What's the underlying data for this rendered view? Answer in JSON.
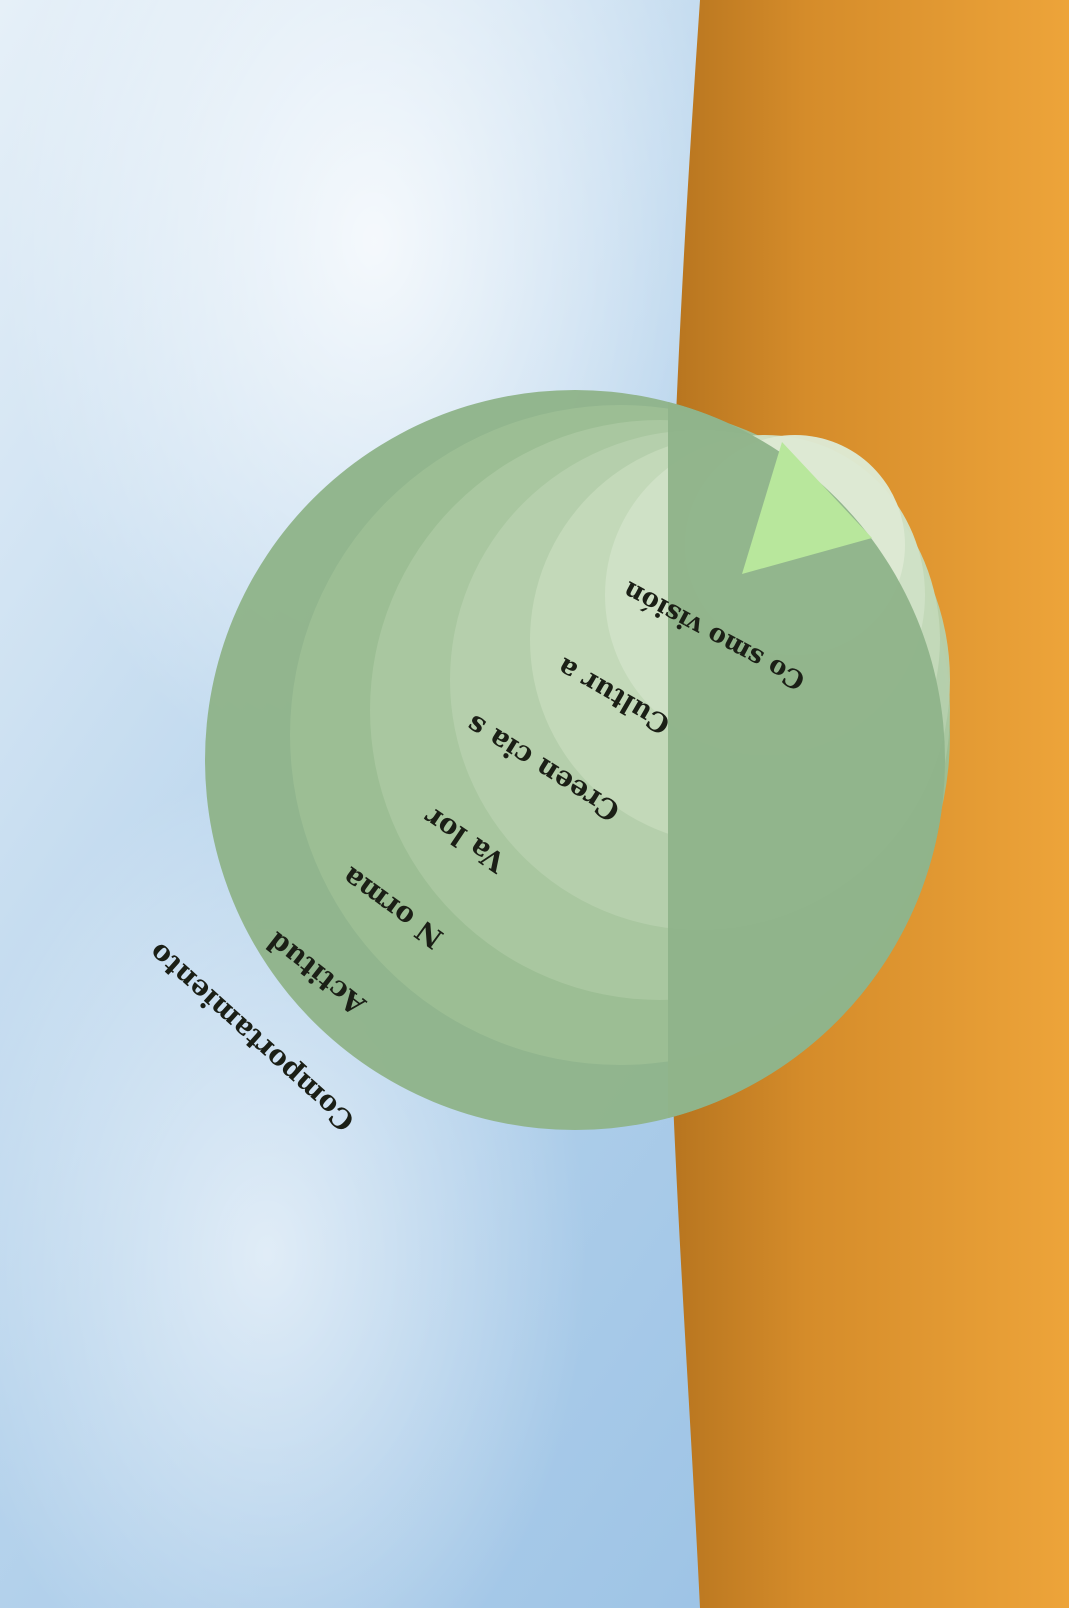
{
  "diagram": {
    "layers": [
      {
        "label": "Cosmovisión",
        "text_display": "Co smo visión"
      },
      {
        "label": "Cultura",
        "text_display": "Cultur a"
      },
      {
        "label": "Creencias",
        "text_display": "Creen cia s"
      },
      {
        "label": "Valor",
        "text_display": "Va lor"
      },
      {
        "label": "Norma",
        "text_display": "N orma"
      },
      {
        "label": "Actitud",
        "text_display": "Actitud"
      },
      {
        "label": "Comportamiento",
        "text_display": "Comportamiento"
      }
    ],
    "colors": {
      "sky_light": "#e6f0f8",
      "sky_mid": "#b6d3ec",
      "sky_dark": "#93bde3",
      "ground_light": "#e9a23a",
      "ground_dark": "#b6741f",
      "layer_outer": "#8fb48a",
      "layer_inner": "#dbe7d2",
      "tip": "#b8e79c"
    },
    "orientation": "rotated-180"
  }
}
